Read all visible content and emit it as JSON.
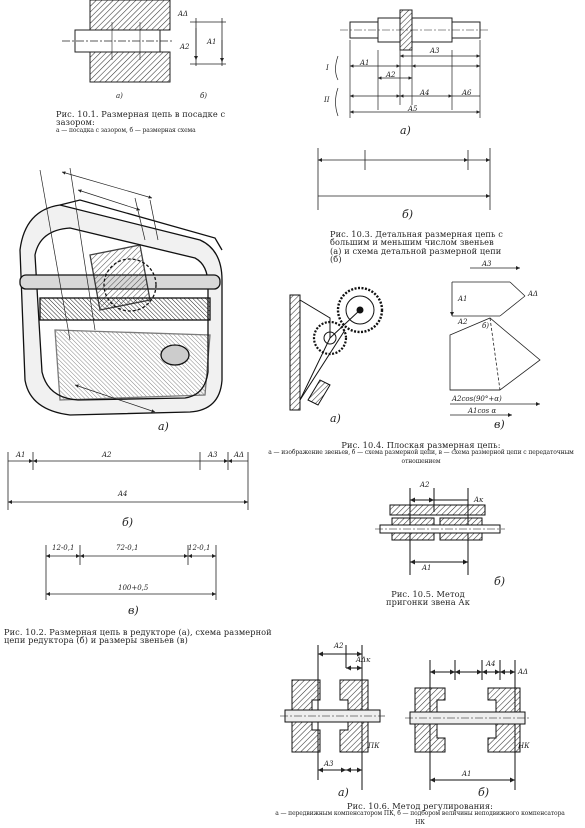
{
  "fig1": {
    "title": "Рис. 10.1. Размерная цепь в посадке с зазором:",
    "legend": "а — посадка с зазором, б — размерная схема",
    "labels": [
      "AΔ",
      "A2",
      "A1",
      "а)",
      "б)"
    ]
  },
  "fig3": {
    "title": "Рис. 10.3. Детальная размерная цепь с большим и меньшим числом звеньев (а) и схема детальной размерной цепи (б)",
    "labels": [
      "A3",
      "A1",
      "A2",
      "A4",
      "A5",
      "A6",
      "I",
      "II",
      "а)",
      "б)"
    ]
  },
  "fig2": {
    "title": "Рис. 10.2. Размерная цепь в редукторе (а), схема размерной цепи редуктора (б) и размеры звеньев (в)",
    "dim_left": "12-0,1",
    "dim_mid": "72-0,1",
    "dim_right": "12-0,1",
    "dim_total": "100+0,5",
    "labels": [
      "A1",
      "A2",
      "A3",
      "A4",
      "AΔ",
      "а)",
      "б)",
      "в)"
    ]
  },
  "fig4": {
    "title": "Рис. 10.4. Плоская размерная цепь:",
    "legend": "а — изображение звеньев, б — схема размерной цепи, в — схема размерной цепи с передаточным отношением",
    "labels": [
      "A1",
      "A2",
      "A3",
      "AΔ",
      "A2cos(90°+α)",
      "A1cos α",
      "а)",
      "б)",
      "в)"
    ]
  },
  "fig5": {
    "title": "Рис. 10.5. Метод пригонки звена Ак",
    "labels": [
      "A2",
      "Aк",
      "A1",
      "б)"
    ]
  },
  "fig6": {
    "title": "Рис. 10.6. Метод регулирования:",
    "legend": "а — передвижным компенсатором ПК, б — подбором величины неподвижного компенсатора НК",
    "labels": [
      "A2",
      "AΔк",
      "ПК",
      "НК",
      "A1",
      "A3",
      "A4",
      "AΔ",
      "а)",
      "б)"
    ]
  }
}
